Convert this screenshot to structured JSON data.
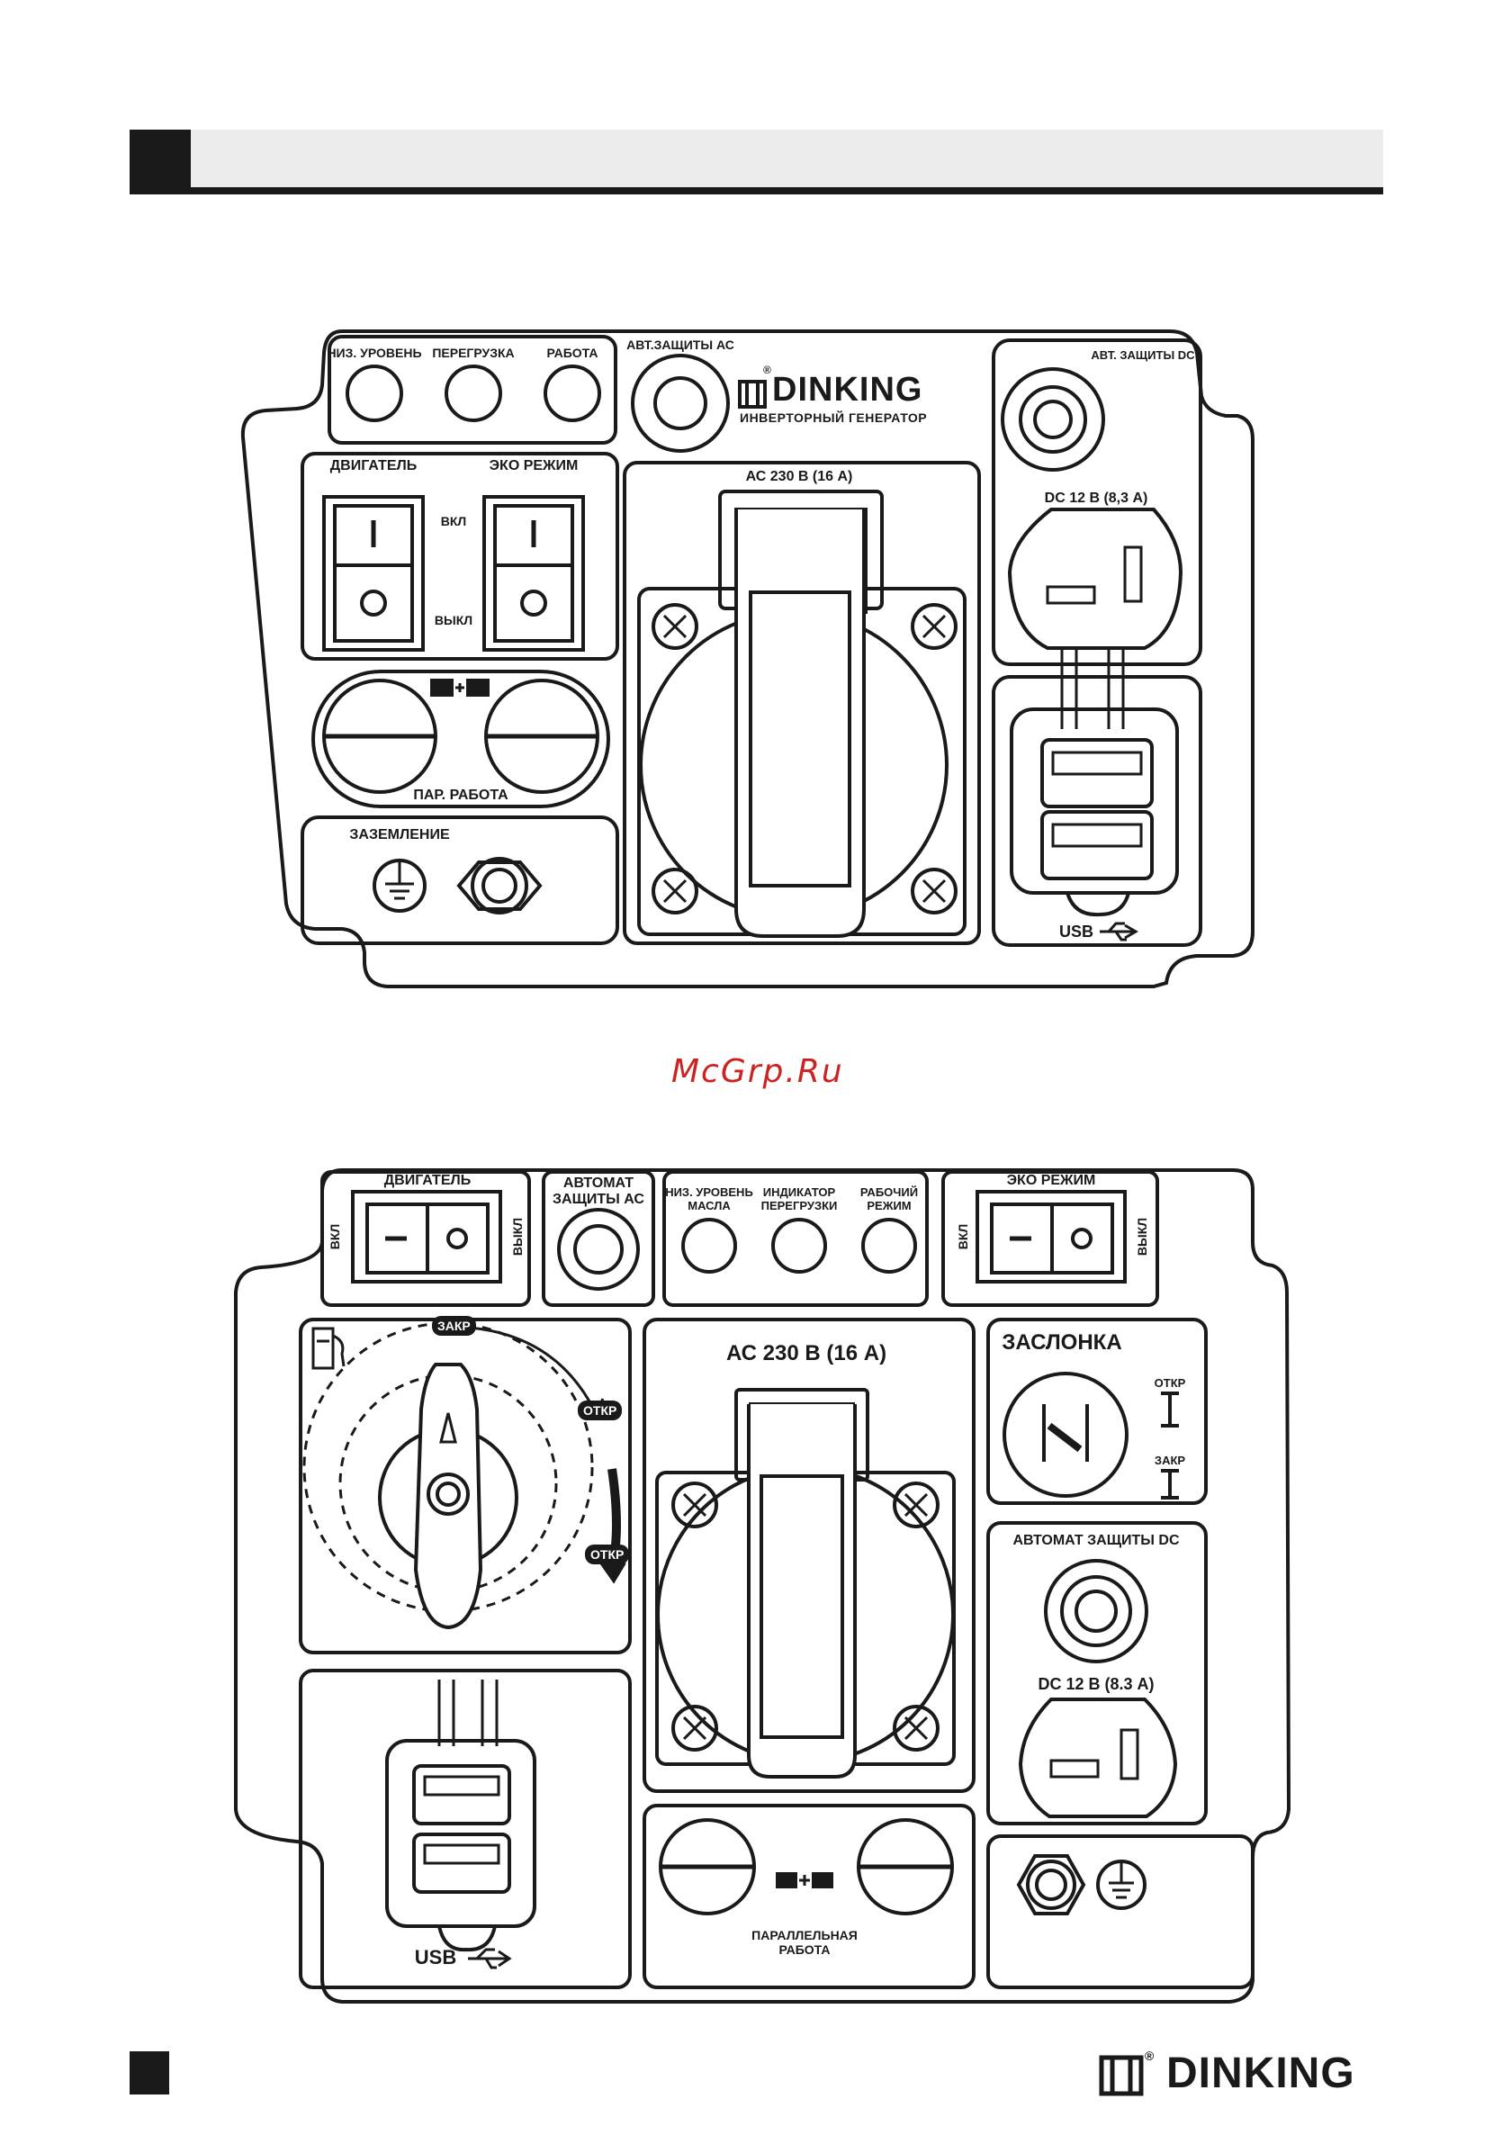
{
  "panel1": {
    "low_level": "НИЗ. УРОВЕНЬ",
    "overload": "ПЕРЕГРУЗКА",
    "work": "РАБОТА",
    "ac_breaker": "АВТ.ЗАЩИТЫ АС",
    "brand_name": "DINKING",
    "brand_reg": "®",
    "brand_sub": "ИНВЕРТОРНЫЙ ГЕНЕРАТОР",
    "dc_breaker": "АВТ. ЗАЩИТЫ DC",
    "engine": "ДВИГАТЕЛЬ",
    "eco": "ЭКО РЕЖИМ",
    "on": "ВКЛ",
    "off": "ВЫКЛ",
    "switch_on_symbol": "I",
    "ac_socket": "АС 230 В (16 А)",
    "dc_socket": "DC 12 В (8,3 А)",
    "parallel": "ПАР. РАБОТА",
    "ground": "ЗАЗЕМЛЕНИЕ",
    "usb": "USB"
  },
  "watermark": "McGrp.Ru",
  "panel2": {
    "engine": "ДВИГАТЕЛЬ",
    "ac_breaker": "АВТОМАТ\nЗАЩИТЫ АС",
    "oil_level": "НИЗ. УРОВЕНЬ\nМАСЛА",
    "overload": "ИНДИКАТОР\nПЕРЕГРУЗКИ",
    "work_mode": "РАБОЧИЙ\nРЕЖИМ",
    "eco": "ЭКО РЕЖИМ",
    "on": "ВКЛ",
    "off": "ВЫКЛ",
    "closed": "ЗАКР",
    "open": "ОТКР",
    "ac_socket": "АС 230 В (16 А)",
    "choke": "ЗАСЛОНКА",
    "dc_breaker": "АВТОМАТ ЗАЩИТЫ DC",
    "dc_socket": "DC 12 В (8.3 А)",
    "usb": "USB",
    "parallel": "ПАРАЛЛЕЛЬНАЯ\nРАБОТА"
  },
  "footer": {
    "brand_name": "DINKING",
    "brand_reg": "®"
  }
}
